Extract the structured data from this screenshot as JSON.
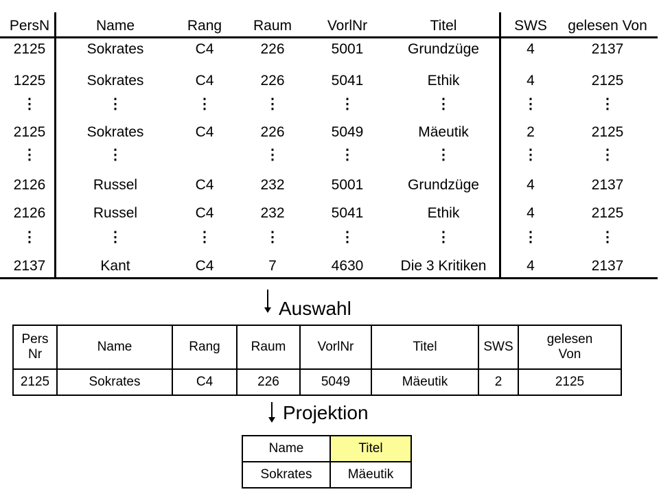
{
  "big_table": {
    "headers": [
      "PersN",
      "Name",
      "Rang",
      "Raum",
      "VorlNr",
      "Titel",
      "SWS",
      "gelesen Von"
    ],
    "rows": [
      {
        "type": "data",
        "cells": [
          "2125",
          "Sokrates",
          "C4",
          "226",
          "5001",
          "Grundzüge",
          "4",
          "2137"
        ]
      },
      {
        "type": "data",
        "cells": [
          "1225",
          "Sokrates",
          "C4",
          "226",
          "5041",
          "Ethik",
          "4",
          "2125"
        ]
      },
      {
        "type": "dots",
        "cells": [
          true,
          true,
          true,
          true,
          true,
          true,
          true,
          true
        ]
      },
      {
        "type": "data",
        "cells": [
          "2125",
          "Sokrates",
          "C4",
          "226",
          "5049",
          "Mäeutik",
          "2",
          "2125"
        ]
      },
      {
        "type": "dots",
        "cells": [
          true,
          true,
          false,
          true,
          true,
          true,
          true,
          true
        ]
      },
      {
        "type": "data",
        "cells": [
          "2126",
          "Russel",
          "C4",
          "232",
          "5001",
          "Grundzüge",
          "4",
          "2137"
        ]
      },
      {
        "type": "data",
        "cells": [
          "2126",
          "Russel",
          "C4",
          "232",
          "5041",
          "Ethik",
          "4",
          "2125"
        ]
      },
      {
        "type": "dots",
        "cells": [
          true,
          true,
          true,
          true,
          true,
          true,
          true,
          true
        ]
      },
      {
        "type": "data",
        "cells": [
          "2137",
          "Kant",
          "C4",
          "7",
          "4630",
          "Die 3 Kritiken",
          "4",
          "2137"
        ]
      }
    ],
    "dots_glyph": "⋮"
  },
  "selection_label": "Auswahl",
  "selection_table": {
    "headers": [
      "PersNr",
      "Name",
      "Rang",
      "Raum",
      "VorlNr",
      "Titel",
      "SWS",
      "gelesen Von"
    ],
    "row": [
      "2125",
      "Sokrates",
      "C4",
      "226",
      "5049",
      "Mäeutik",
      "2",
      "2125"
    ]
  },
  "projection_label": "Projektion",
  "projection_table": {
    "headers": [
      "Name",
      "Titel"
    ],
    "row": [
      "Sokrates",
      "Mäeutik"
    ],
    "highlight_color": "#fcfc99"
  }
}
